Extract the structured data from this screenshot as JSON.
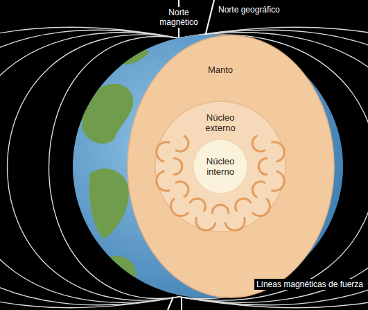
{
  "diagram": {
    "nodes": [
      {
        "text": [
          "Manto"
        ]
      },
      {
        "text": [
          "Núcleo externo"
        ],
        "in": 0
      },
      {
        "text": [
          "Núcleo interno"
        ],
        "in": 1
      }
    ],
    "labels": [
      "Norte magnético",
      "Norte geográfico",
      "Líneas magnéticas de fuerza"
    ]
  }
}
